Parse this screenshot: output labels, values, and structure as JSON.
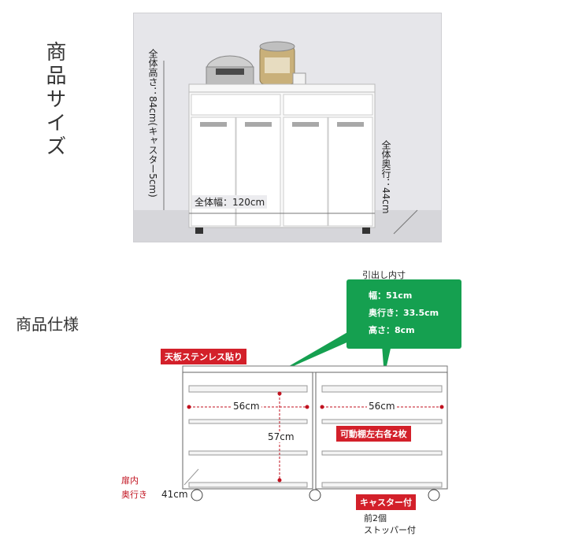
{
  "size_heading": "商品サイズ",
  "spec_heading": "商品仕様",
  "photo": {
    "height_label": "全体高さ：84cm(キャスター5cm)",
    "width_label": "全体幅：120cm",
    "depth_label": "全体奥行：44cm"
  },
  "spec": {
    "drawer_title": "引出し内寸",
    "drawer_dims": [
      "幅：51cm",
      "奥行き：33.5cm",
      "高さ：8cm"
    ],
    "top_label": "天板ステンレス貼り",
    "left_width": "56cm",
    "right_width": "56cm",
    "shelf_height": "57cm",
    "shelf_label": "可動棚左右各2枚",
    "door_depth_label": [
      "扉内",
      "奥行き"
    ],
    "door_depth_value": "41cm",
    "caster_label": "キャスター付",
    "stopper_note": [
      "前2個",
      "ストッパー付"
    ]
  },
  "colors": {
    "accent_red": "#d3202a",
    "accent_green": "#15a050",
    "dimension_red": "#c1121f"
  }
}
